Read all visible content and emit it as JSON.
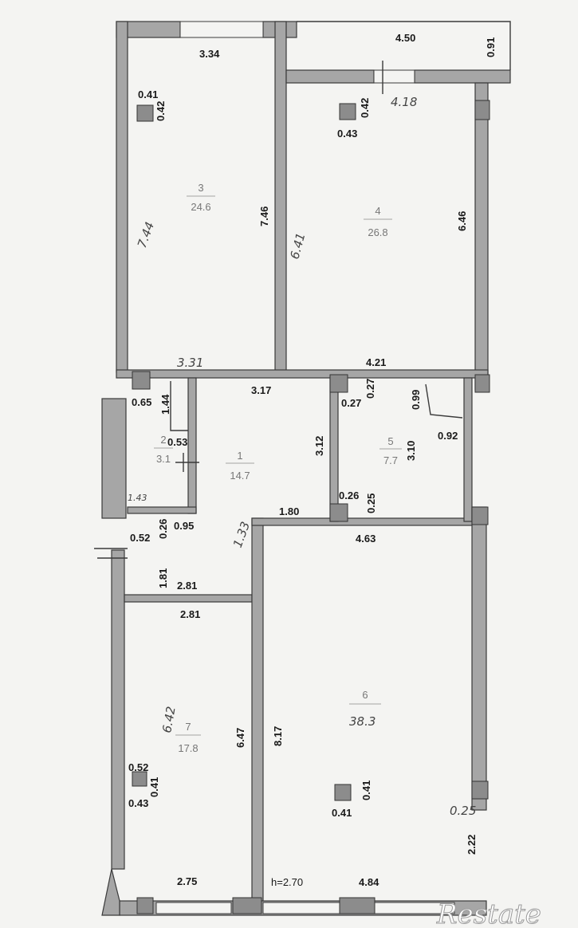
{
  "rooms": [
    {
      "number": "3",
      "area": "24.6"
    },
    {
      "number": "4",
      "area": "26.8"
    },
    {
      "number": "1",
      "area": "14.7"
    },
    {
      "number": "2",
      "area": "3.1"
    },
    {
      "number": "5",
      "area": "7.7"
    },
    {
      "number": "7",
      "area": "17.8"
    },
    {
      "number": "6",
      "area": "38.3"
    }
  ],
  "dimensions": {
    "balcony_width": "4.50",
    "balcony_depth": "0.91",
    "r3_top": "3.34",
    "r3_bottom": "3.31",
    "r3_height": "7.46",
    "r4_height": "6.46",
    "r4_bottom": "4.21",
    "col1_w": "0.41",
    "col1_h": "0.42",
    "col2_w": "0.43",
    "col2_h": "0.42",
    "r1_top": "3.17",
    "r1_right": "3.12",
    "r1_step": "1.80",
    "r1_left": "1.81",
    "r1_bottom": "2.81",
    "r2_a": "0.65",
    "r2_b": "1.44",
    "r2_c": "0.53",
    "r2_d": "0.52",
    "r2_e": "0.26",
    "r2_f": "0.95",
    "r5_a": "0.27",
    "r5_b": "0.27",
    "r5_c": "0.99",
    "r5_d": "0.92",
    "r5_h": "3.10",
    "r5_e": "0.26",
    "r5_f": "0.25",
    "r6_top": "4.63",
    "r6_h": "8.17",
    "r6_col_w": "0.41",
    "r6_col_h": "0.41",
    "r6_bottom": "4.84",
    "r6_side": "2.22",
    "r7_top": "2.81",
    "r7_h": "6.47",
    "r7_bottom": "2.75",
    "r7_col_a": "0.52",
    "r7_col_b": "0.41",
    "r7_col_c": "0.43",
    "ceiling": "h=2.70"
  },
  "handwritten": {
    "h1": "7.44",
    "h2": "6.41",
    "h3": "4.18",
    "h4": "3.31",
    "h5": "1.33",
    "h6": "6.42",
    "h7": "0.25",
    "h8": "1.43"
  },
  "watermark": "Restate"
}
